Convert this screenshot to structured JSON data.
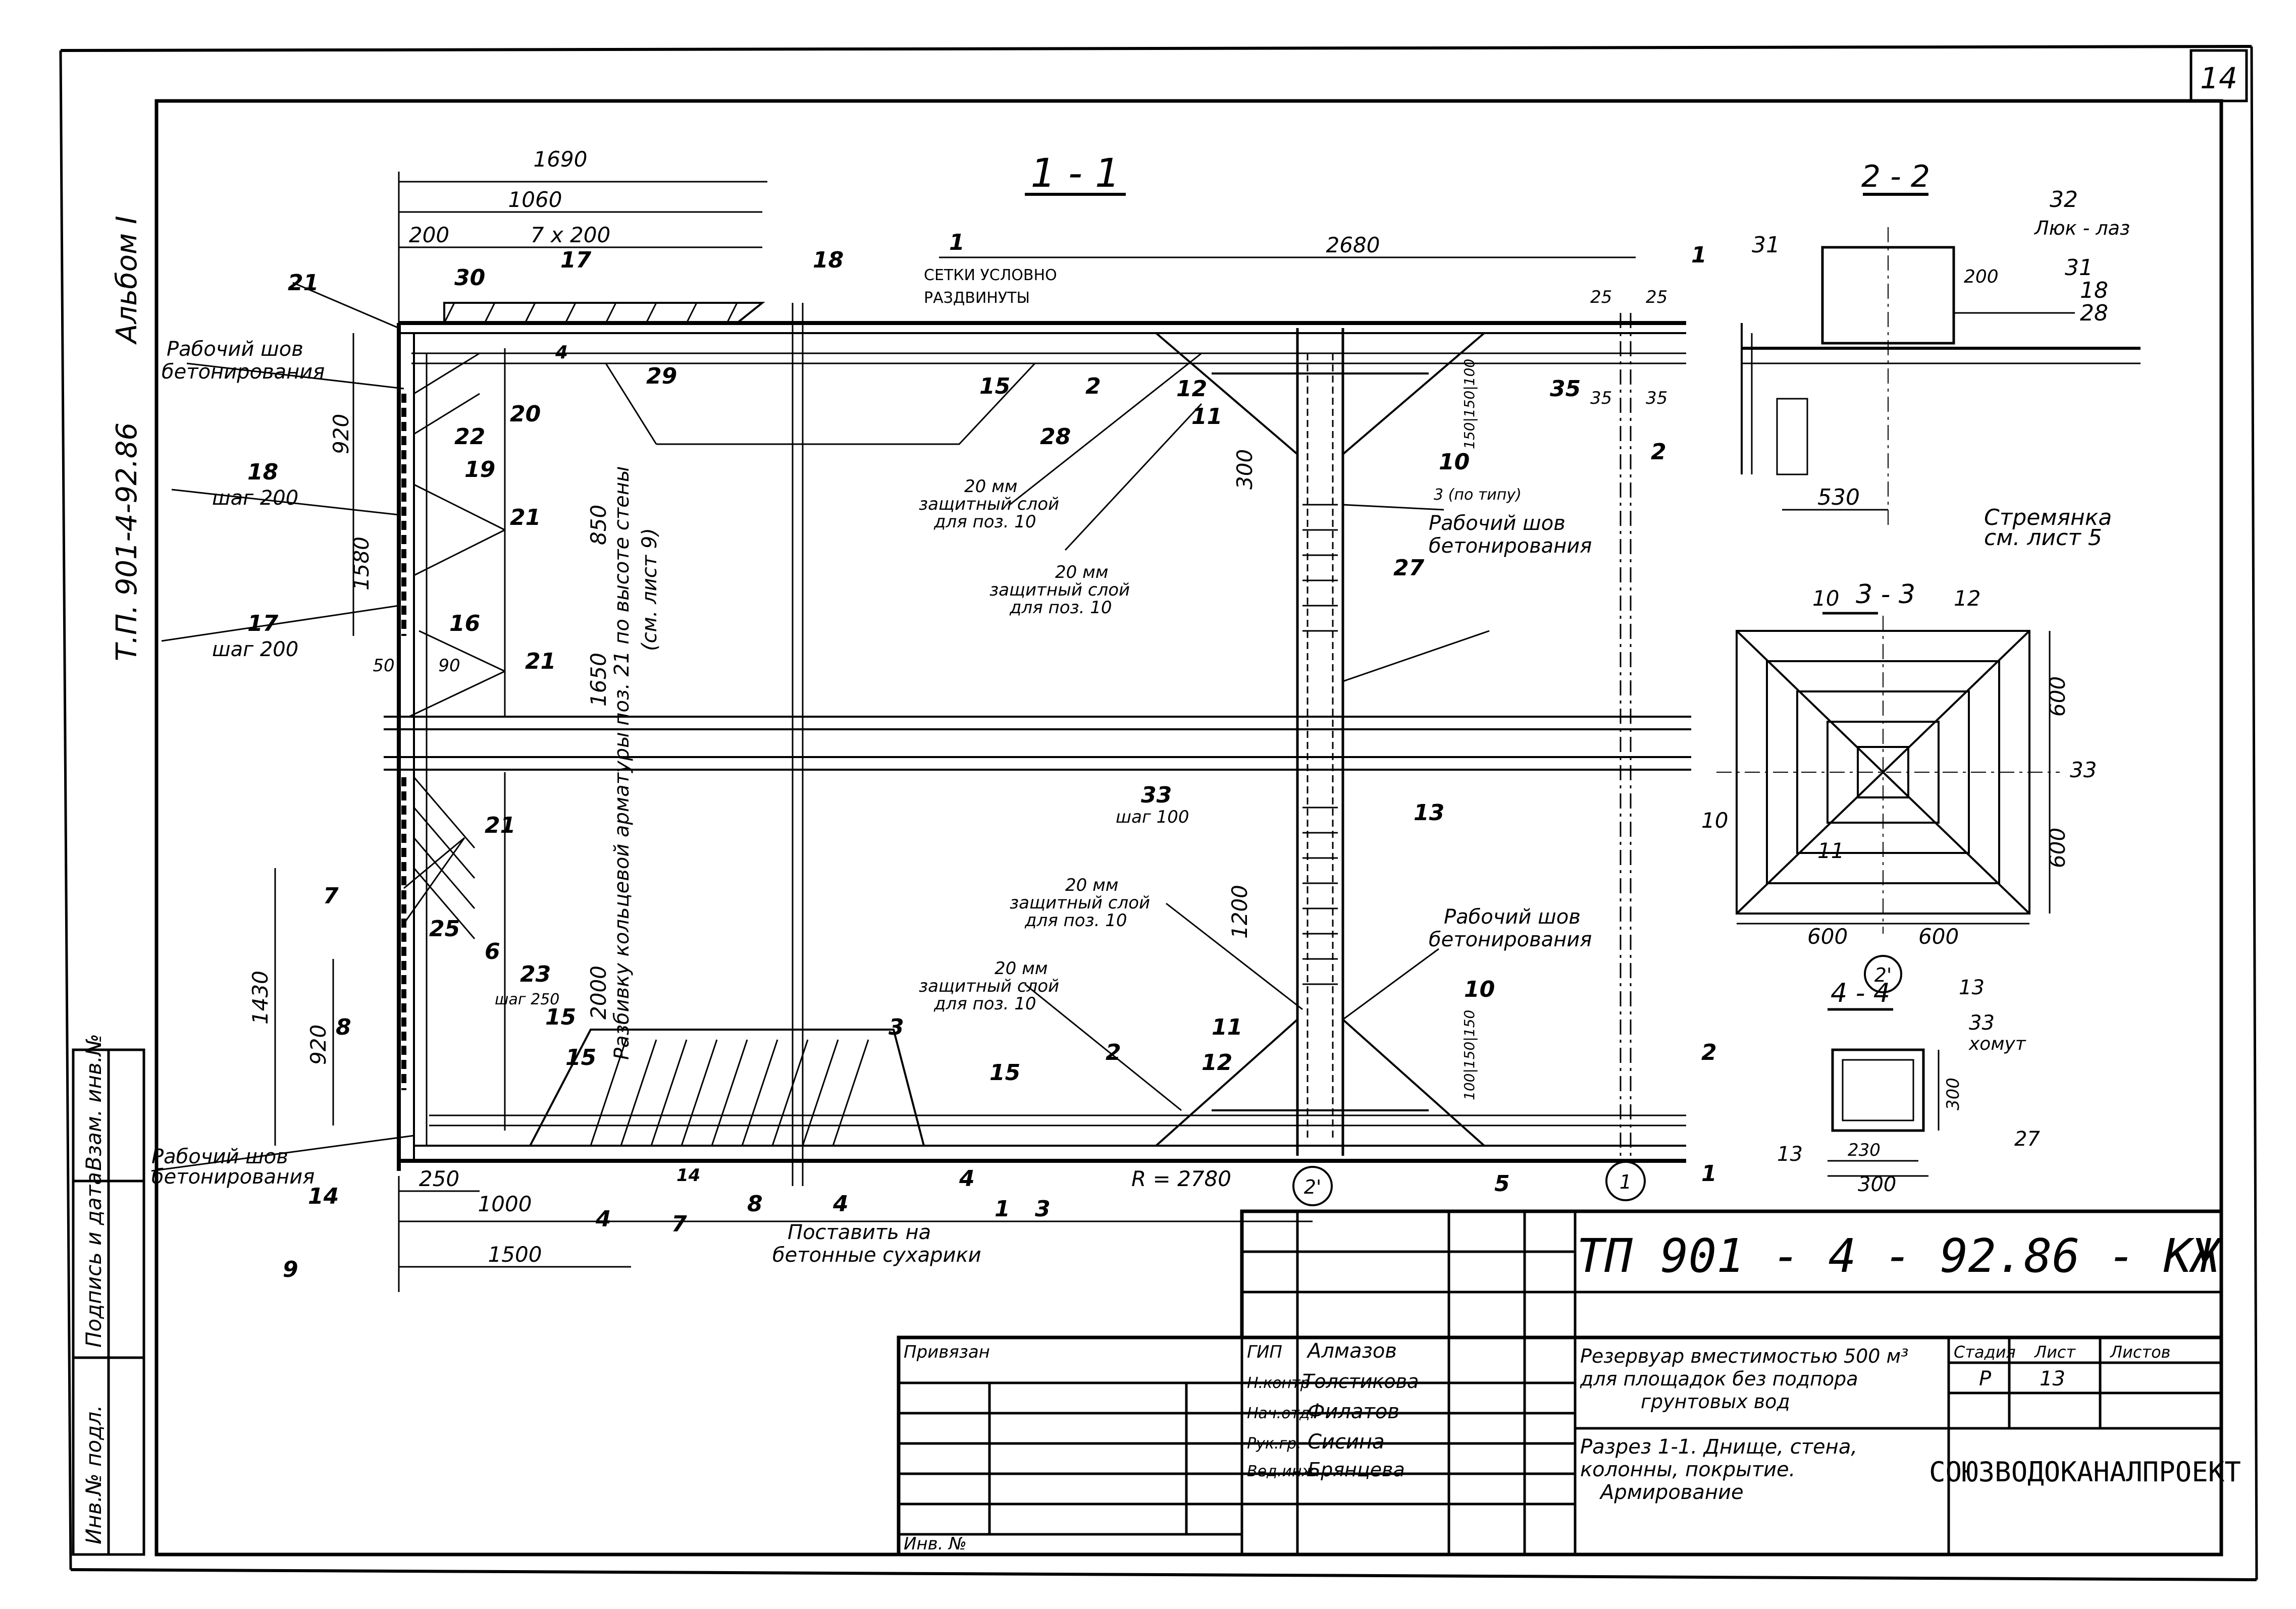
{
  "sheet_number": "14",
  "album": "Альбом I",
  "side_code": "Т.П. 901-4-92.86",
  "section_1": {
    "label": "1 - 1",
    "note_line1": "СЕТКИ УСЛОВНО",
    "note_line2": "РАЗДВИНУТЫ",
    "dims": {
      "d1690": "1690",
      "d1060": "1060",
      "d200": "200",
      "d7x200": "7 x 200",
      "d2680": "2680",
      "d920": "920",
      "d1580": "1580",
      "d850": "850",
      "d1650": "1650",
      "d2000": "2000",
      "d1430": "1430",
      "d920b": "920",
      "d1200": "1200",
      "d300": "300",
      "d1000": "1000",
      "d1500": "1500",
      "d250": "250",
      "r2780": "R = 2780",
      "d50": "50",
      "d90": "90",
      "d25a": "25",
      "d25b": "25",
      "d35a": "35",
      "d35b": "35",
      "d150": "150|150|100",
      "d100": "100|150|150"
    },
    "notes": {
      "work_seam_1": "Рабочий шов",
      "work_seam_1b": "бетонирования",
      "step200_a": "шаг 200",
      "step200_b": "шаг 200",
      "step250": "шаг 250",
      "step100": "шаг 100",
      "protect_1": "20 мм",
      "protect_1b": "защитный слой",
      "protect_1c": "для поз. 10",
      "protect_2": "20 мм",
      "protect_2b": "защитный слой",
      "protect_2c": "для поз. 10",
      "protect_3": "20 мм",
      "protect_3b": "защитный слой",
      "protect_3c": "для поз. 10",
      "protect_4": "20 мм",
      "protect_4b": "защитный слой",
      "protect_4c": "для поз. 10",
      "work_seam_2": "Рабочий шов",
      "work_seam_2b": "бетонирования",
      "work_seam_3": "Рабочий шов",
      "work_seam_3b": "бетонирования",
      "work_seam_4": "Рабочий шов",
      "work_seam_4b": "бетонирования",
      "ring_reinf": "Разбивку кольцевой арматуры поз. 21 по высоте стены",
      "ring_reinf2": "(см. лист 9)",
      "put_on_1": "Поставить на",
      "put_on_2": "бетонные сухарики",
      "by_type": "3 (по типу)"
    },
    "axis_2": "2'",
    "axis_1": "1"
  },
  "positions": [
    "1",
    "2",
    "3",
    "4",
    "5",
    "6",
    "7",
    "8",
    "9",
    "10",
    "11",
    "12",
    "13",
    "14",
    "15",
    "16",
    "17",
    "18",
    "19",
    "20",
    "21",
    "22",
    "23",
    "25",
    "27",
    "28",
    "29",
    "30",
    "31",
    "32",
    "33",
    "35"
  ],
  "section_2": {
    "label": "2 - 2",
    "hatch": "Люк - лаз",
    "d200": "200",
    "d530": "530",
    "ladder1": "Стремянка",
    "ladder2": "см. лист 5"
  },
  "section_3": {
    "label": "3 - 3",
    "d600a": "600",
    "d600b": "600",
    "d600c": "600",
    "d600d": "600",
    "axis": "2'"
  },
  "section_4": {
    "label": "4 - 4",
    "clamp": "хомут",
    "d230": "230",
    "d300a": "300",
    "d300b": "300"
  },
  "title_block": {
    "doc_code": "ТП 901 - 4 - 92.86 - КЖ",
    "bound": "Привязан",
    "inv": "Инв. №",
    "roles": [
      {
        "role": "ГИП",
        "name": "Алмазов"
      },
      {
        "role": "Н.контр",
        "name": "Толстикова"
      },
      {
        "role": "Нач.отд.",
        "name": "Филатов"
      },
      {
        "role": "Рук.гр.",
        "name": "Сисина"
      },
      {
        "role": "Вед.инж.",
        "name": "Брянцева"
      }
    ],
    "object_1": "Резервуар вместимостью 500 м³",
    "object_2": "для площадок без подпора",
    "object_3": "грунтовых вод",
    "sheet_title_1": "Разрез 1-1. Днище, стена,",
    "sheet_title_2": "колонны, покрытие.",
    "sheet_title_3": "Армирование",
    "stage_h": "Стадия",
    "sheet_h": "Лист",
    "sheets_h": "Листов",
    "stage": "Р",
    "sheet": "13",
    "org": "СОЮЗВОДОКАНАЛПРОЕКТ"
  },
  "left_strip": {
    "c1": "Инв.№ подл.",
    "c2": "Подпись и дата",
    "c3": "Взам. инв.№"
  }
}
